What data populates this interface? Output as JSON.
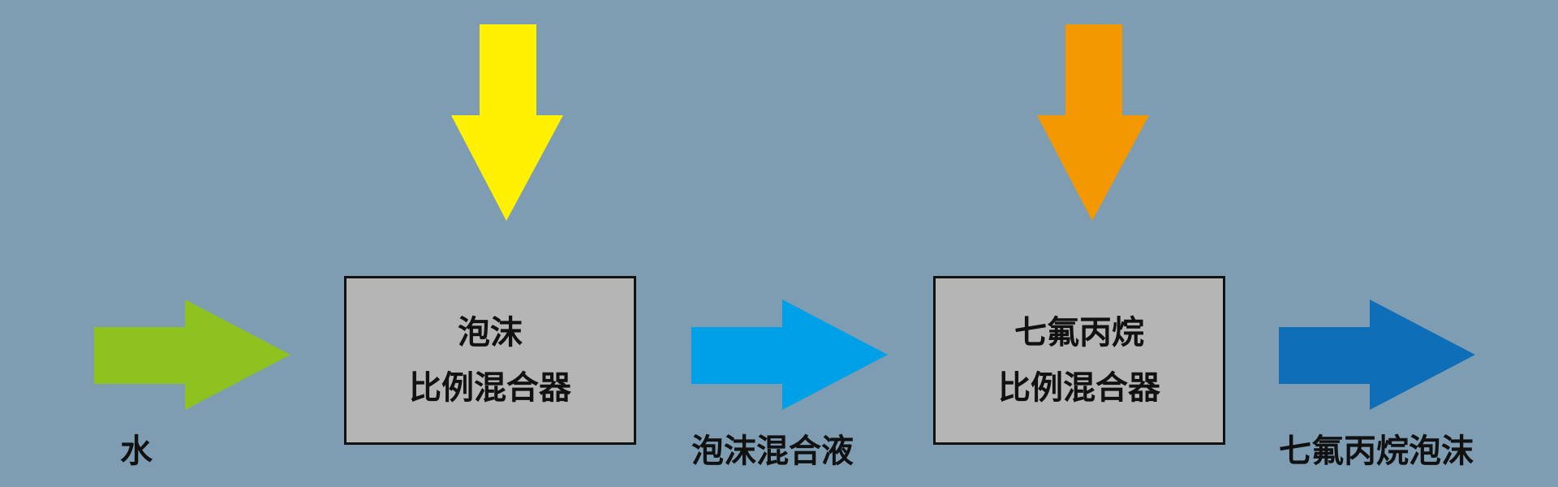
{
  "diagram": {
    "boxes": [
      {
        "line1": "泡沫",
        "line2": "比例混合器"
      },
      {
        "line1": "七氟丙烷",
        "line2": "比例混合器"
      }
    ],
    "labels": {
      "water": "水",
      "foam_mixture": "泡沫混合液",
      "hfc_foam": "七氟丙烷泡沫"
    },
    "colors": {
      "background": "#7f9db2",
      "arrow_water": "#8dc21f",
      "arrow_foam_concentrate": "#fff100",
      "arrow_foam_mixture": "#00a0e9",
      "arrow_hfc": "#f39800",
      "arrow_hfc_foam": "#0e6eb8",
      "box_fill": "#b5b5b5",
      "box_border": "#111111"
    }
  }
}
